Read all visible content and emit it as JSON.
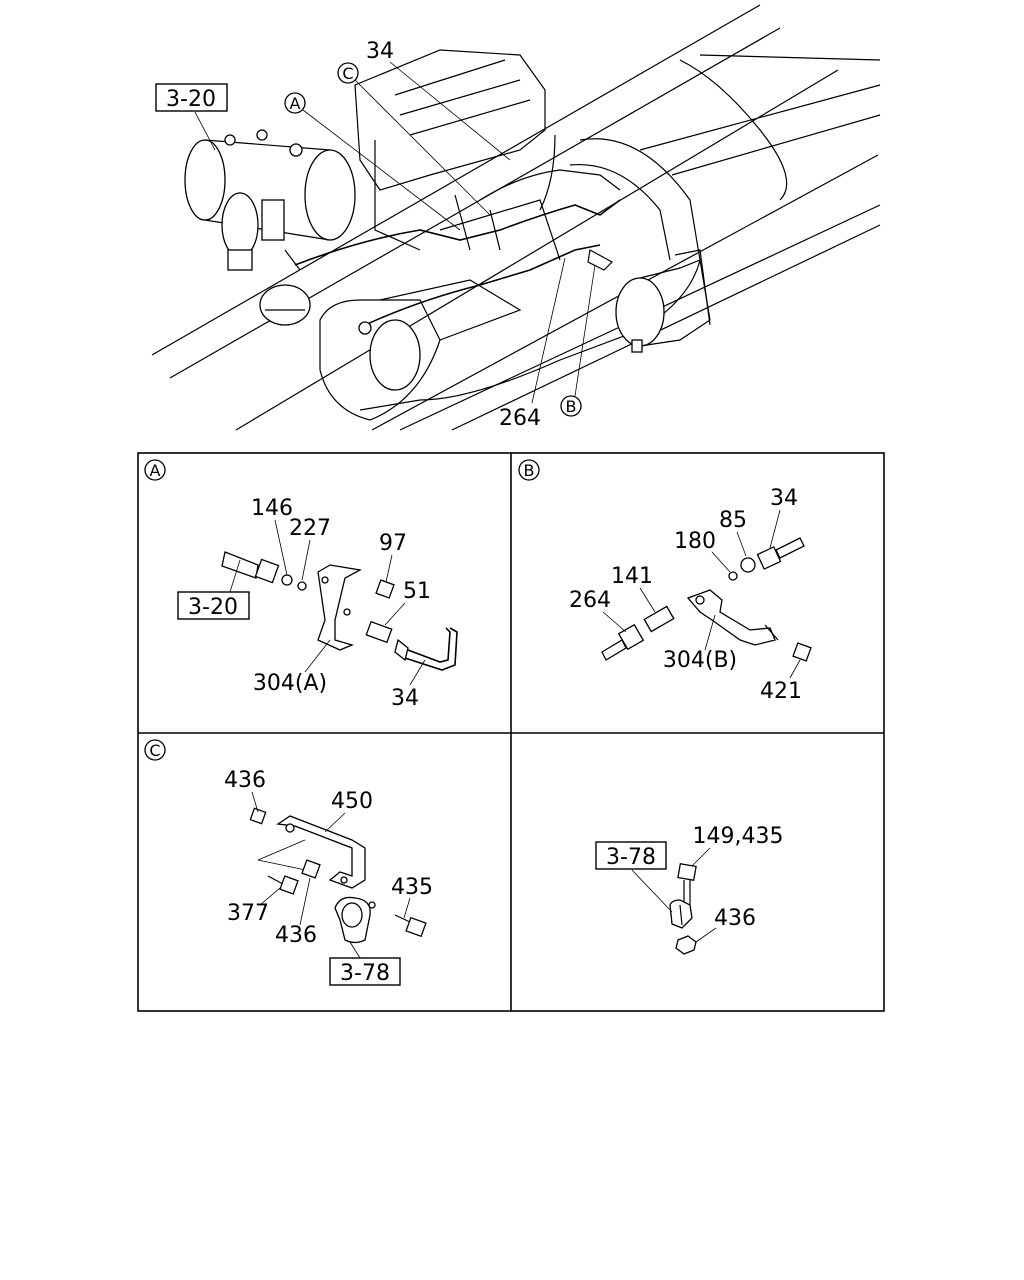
{
  "overview": {
    "ref_box": "3-20",
    "callouts": [
      "34",
      "264"
    ],
    "circle_a": "A",
    "circle_b": "B",
    "circle_c": "C"
  },
  "panel_a": {
    "circle": "A",
    "ref_box": "3-20",
    "labels": [
      "146",
      "227",
      "97",
      "51",
      "304(A)",
      "34"
    ]
  },
  "panel_b": {
    "circle": "B",
    "labels": [
      "34",
      "85",
      "180",
      "141",
      "264",
      "304(B)",
      "421"
    ]
  },
  "panel_c": {
    "circle": "C",
    "ref_box": "3-78",
    "labels": [
      "436",
      "450",
      "435",
      "377",
      "436"
    ]
  },
  "panel_d": {
    "ref_box": "3-78",
    "labels": [
      "149,435",
      "436"
    ]
  }
}
